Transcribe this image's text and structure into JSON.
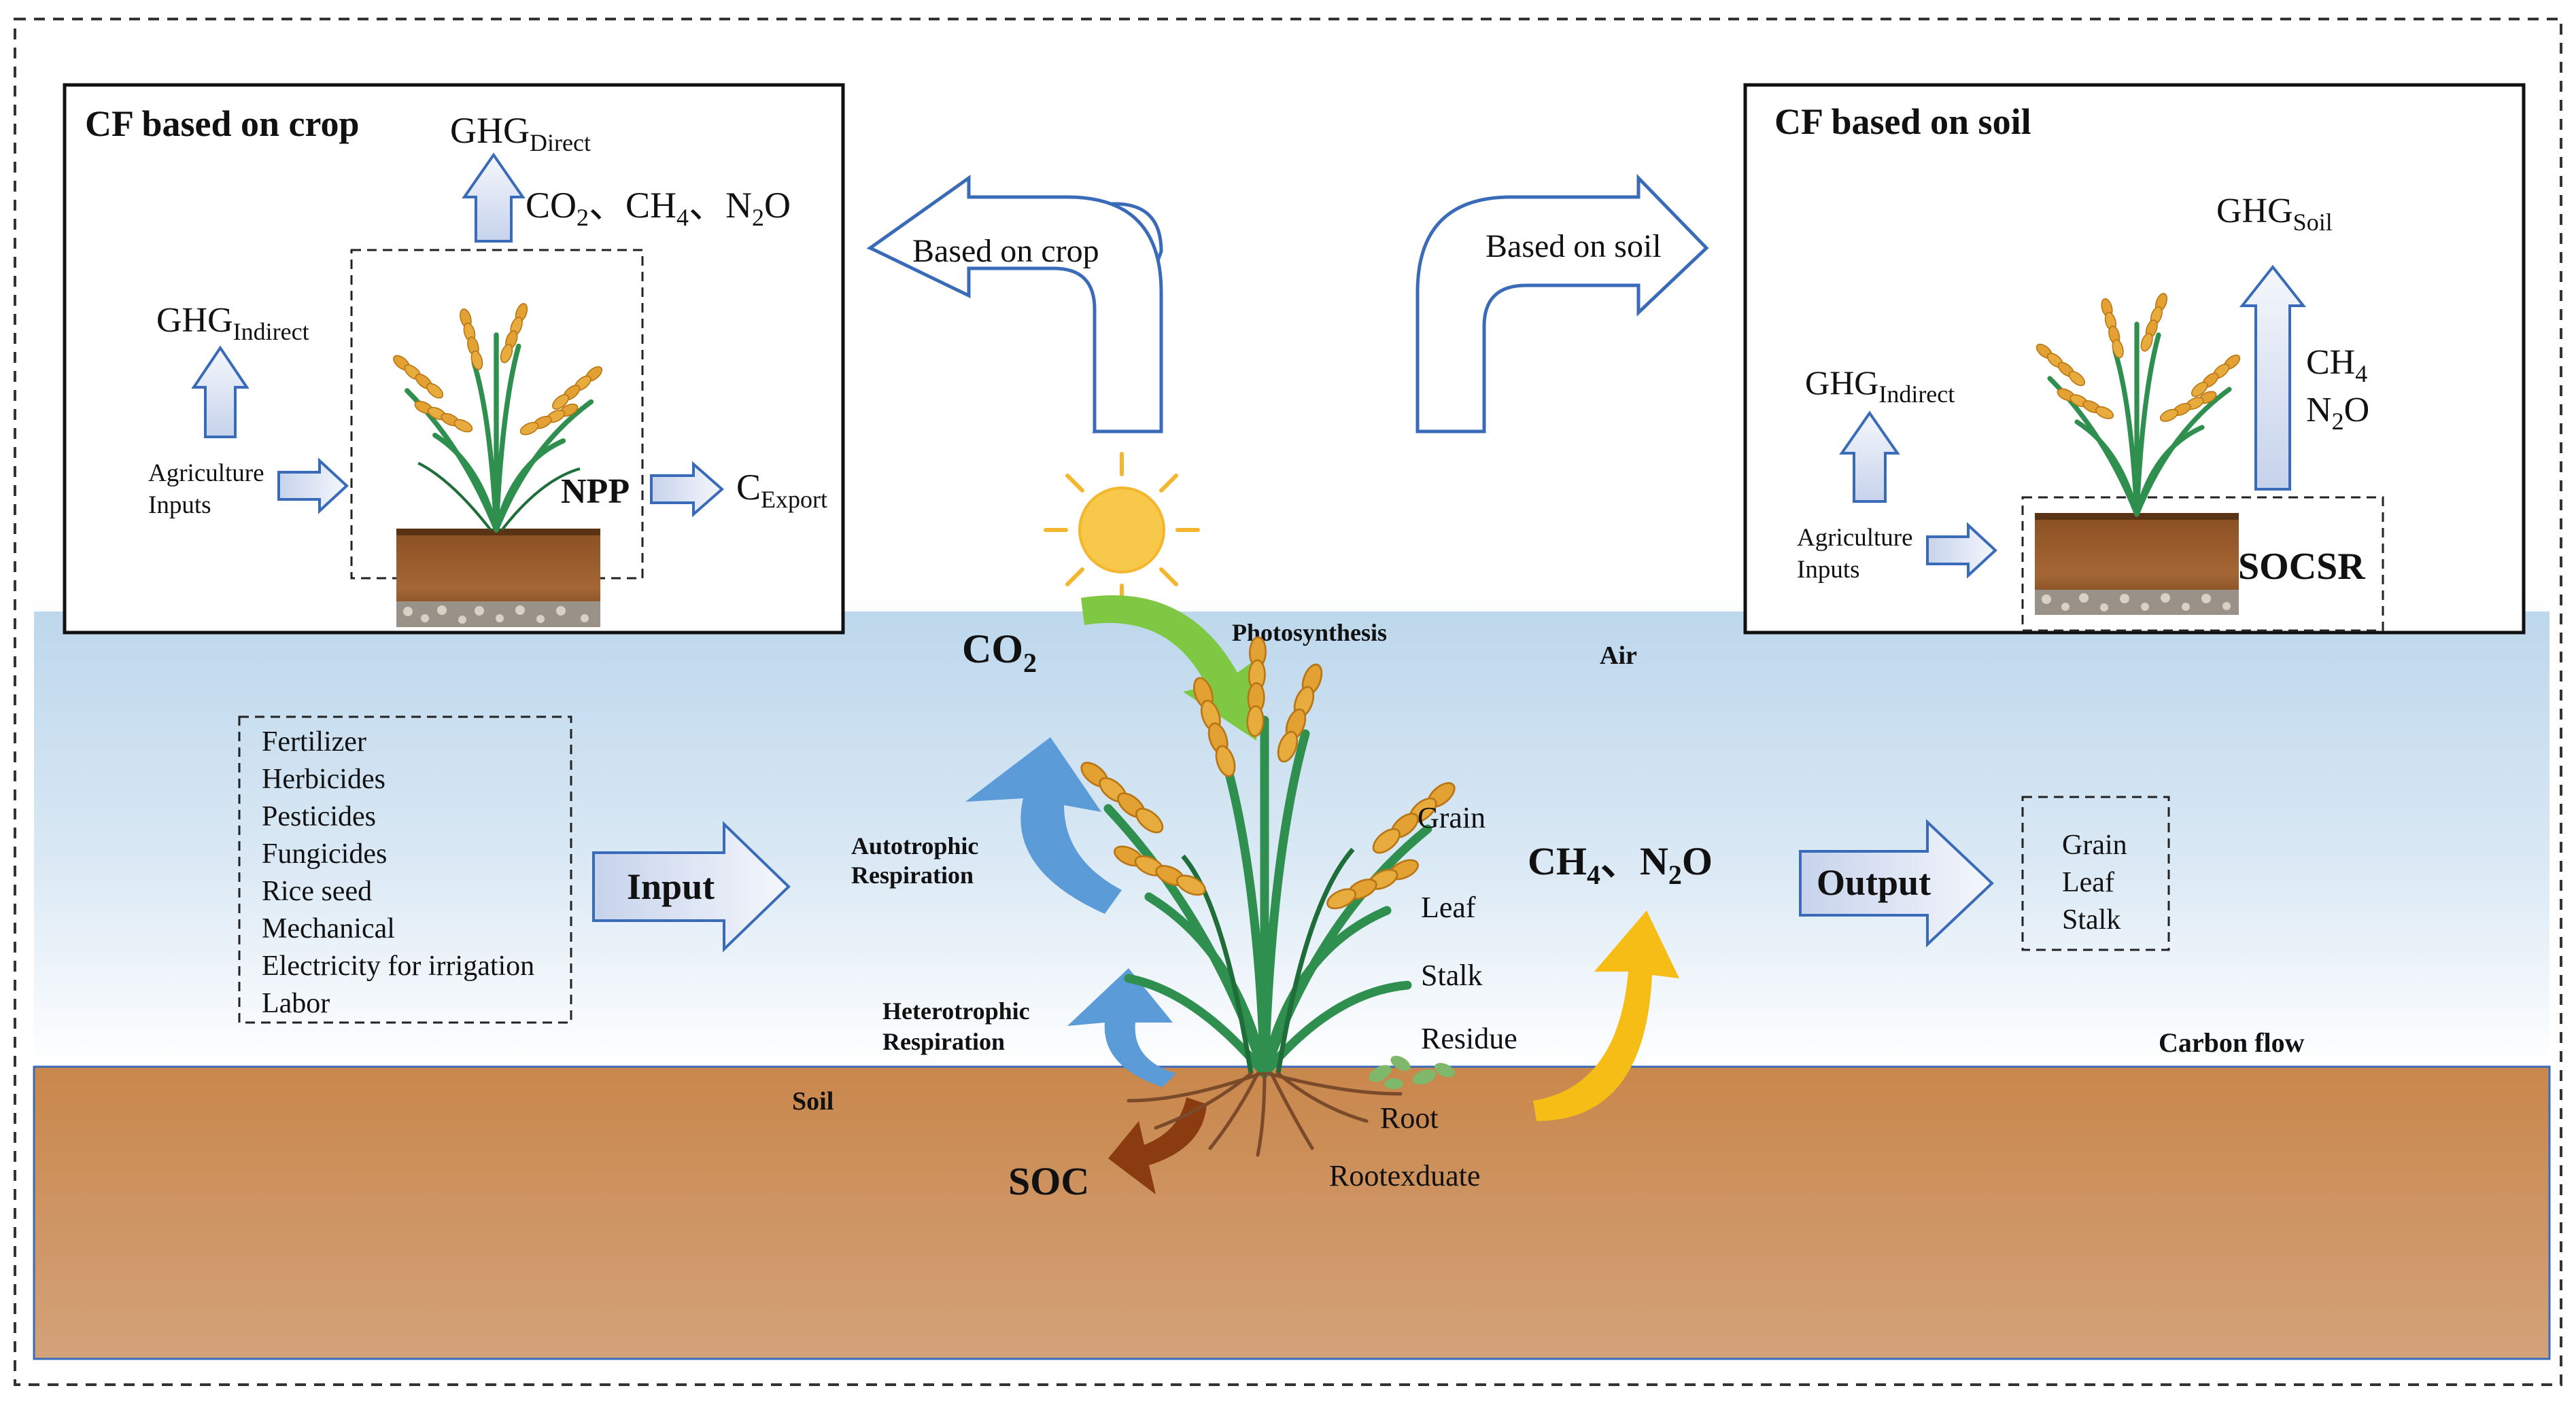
{
  "colors": {
    "sky_top": "#ffffff",
    "sky_mid": "#b6d3ea",
    "soil_top": "#c98a4f",
    "soil_bottom": "#d19f73",
    "arrow_outline": "#3a6bb8",
    "hollow_arrow_fill": "#dde5f3",
    "photosynthesis_arrow": "#7fc843",
    "respiration_arrow": "#5a9bd8",
    "soc_arrow": "#8a3b10",
    "emission_arrow": "#f6bd16",
    "sun": "#f8c84a",
    "grain": "#e3a033",
    "leaf": "#2f8f4e"
  },
  "crop_box": {
    "title": "CF based on crop",
    "ghg_direct_main": "GHG",
    "ghg_direct_sub": "Direct",
    "direct_gases": {
      "co2_main": "CO",
      "co2_sub": "2",
      "sep": "、",
      "ch4_main": "CH",
      "ch4_sub": "4",
      "n2o_main": "N",
      "n2o_sub": "2",
      "n2o_tail": "O"
    },
    "ghg_indirect_main": "GHG",
    "ghg_indirect_sub": "Indirect",
    "inputs_line1": "Agriculture",
    "inputs_line2": "Inputs",
    "npp": "NPP",
    "export_main": "C",
    "export_sub": "Export"
  },
  "soil_box": {
    "title": "CF based on soil",
    "ghg_soil_main": "GHG",
    "ghg_soil_sub": "Soil",
    "ch4_main": "CH",
    "ch4_sub": "4",
    "n2o_main": "N",
    "n2o_sub": "2",
    "n2o_tail": "O",
    "ghg_indirect_main": "GHG",
    "ghg_indirect_sub": "Indirect",
    "inputs_line1": "Agriculture",
    "inputs_line2": "Inputs",
    "socsr": "SOCSR"
  },
  "curved_arrows": {
    "left": "Based on crop",
    "right": "Based on soil"
  },
  "center": {
    "co2_main": "CO",
    "co2_sub": "2",
    "photosynthesis": "Photosynthesis",
    "air": "Air",
    "autotrophic_line1": "Autotrophic",
    "autotrophic_line2": "Respiration",
    "heterotrophic_line1": "Heterotrophic",
    "heterotrophic_line2": "Respiration",
    "plant_parts": [
      "Grain",
      "Leaf",
      "Stalk",
      "Residue",
      "Root",
      "Rootexduate"
    ],
    "emissions": {
      "ch4_main": "CH",
      "ch4_sub": "4",
      "sep": "、",
      "n2o_main": "N",
      "n2o_sub": "2",
      "n2o_tail": "O"
    },
    "soil": "Soil",
    "soc": "SOC",
    "carbon_flow": "Carbon flow"
  },
  "inputs_list": [
    "Fertilizer",
    "Herbicides",
    "Pesticides",
    "Fungicides",
    "Rice seed",
    "Mechanical",
    "Electricity for irrigation",
    "Labor"
  ],
  "input_arrow": "Input",
  "output_arrow": "Output",
  "outputs_list": [
    "Grain",
    "Leaf",
    "Stalk"
  ]
}
